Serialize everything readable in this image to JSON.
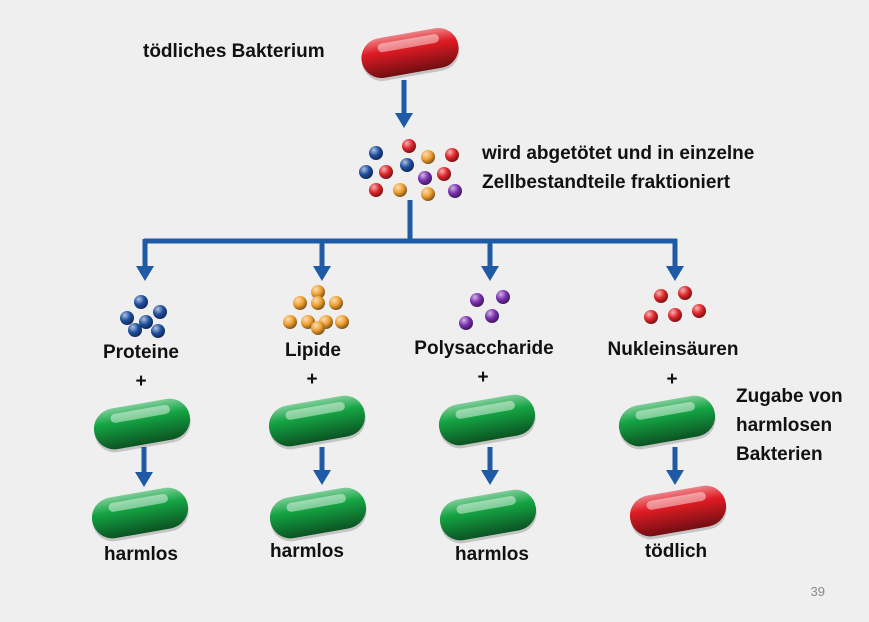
{
  "top": {
    "label": "tödliches Bakterium",
    "bacterium": "tödlich",
    "fraction_text_line1": "wird abgetötet und in einzelne",
    "fraction_text_line2": "Zellbestandteile fraktioniert"
  },
  "colors": {
    "arrow": "#1f5aa6",
    "deadly": "#e01b24",
    "harmless": "#15a544",
    "protein": "#1e4fa0",
    "lipid": "#f0a030",
    "polysaccharide": "#7a2fb0",
    "nucleic": "#e0252a",
    "background": "#efefef"
  },
  "add_note_line1": "Zugabe von",
  "add_note_line2": "harmlosen",
  "add_note_line3": "Bakterien",
  "plus": "+",
  "columns": [
    {
      "component": "Proteine",
      "ball_color": "protein",
      "result": "harmlos",
      "result_kind": "harmless"
    },
    {
      "component": "Lipide",
      "ball_color": "lipid",
      "result": "harmlos",
      "result_kind": "harmless"
    },
    {
      "component": "Polysaccharide",
      "ball_color": "polysaccharide",
      "result": "harmlos",
      "result_kind": "harmless"
    },
    {
      "component": "Nukleinsäuren",
      "ball_color": "nucleic",
      "result": "tödlich",
      "result_kind": "deadly"
    }
  ],
  "page_number": "39"
}
